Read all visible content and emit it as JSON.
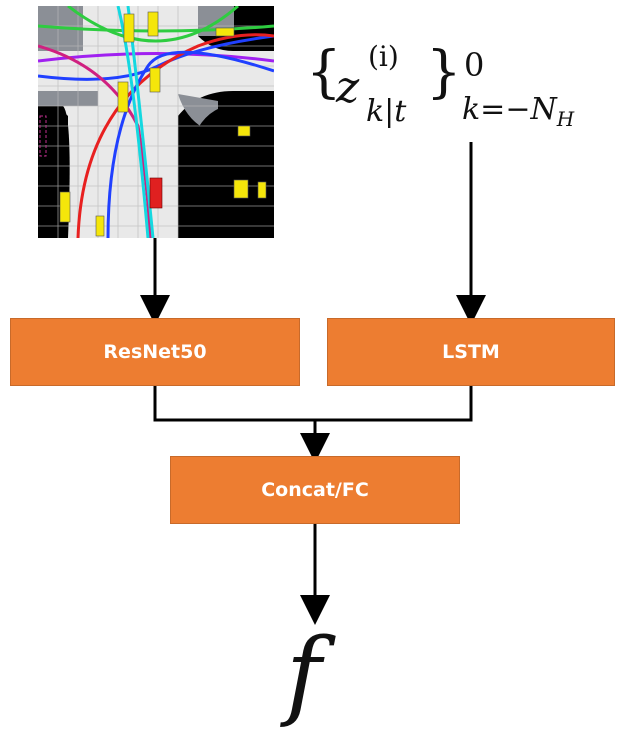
{
  "inputs": {
    "map_image": {
      "icon": "bev-raster-map-image"
    },
    "sequence": {
      "var": "z",
      "sup": "(i)",
      "sub": "k|t",
      "upper": "0",
      "lower": "k=−N",
      "lower_sub": "H"
    }
  },
  "blocks": {
    "resnet": "ResNet50",
    "lstm": "LSTM",
    "concat": "Concat/FC"
  },
  "output": {
    "symbol": "f"
  },
  "colors": {
    "block": "#ED7D31",
    "block_text": "#FFFFFF",
    "arrow": "#000000"
  }
}
